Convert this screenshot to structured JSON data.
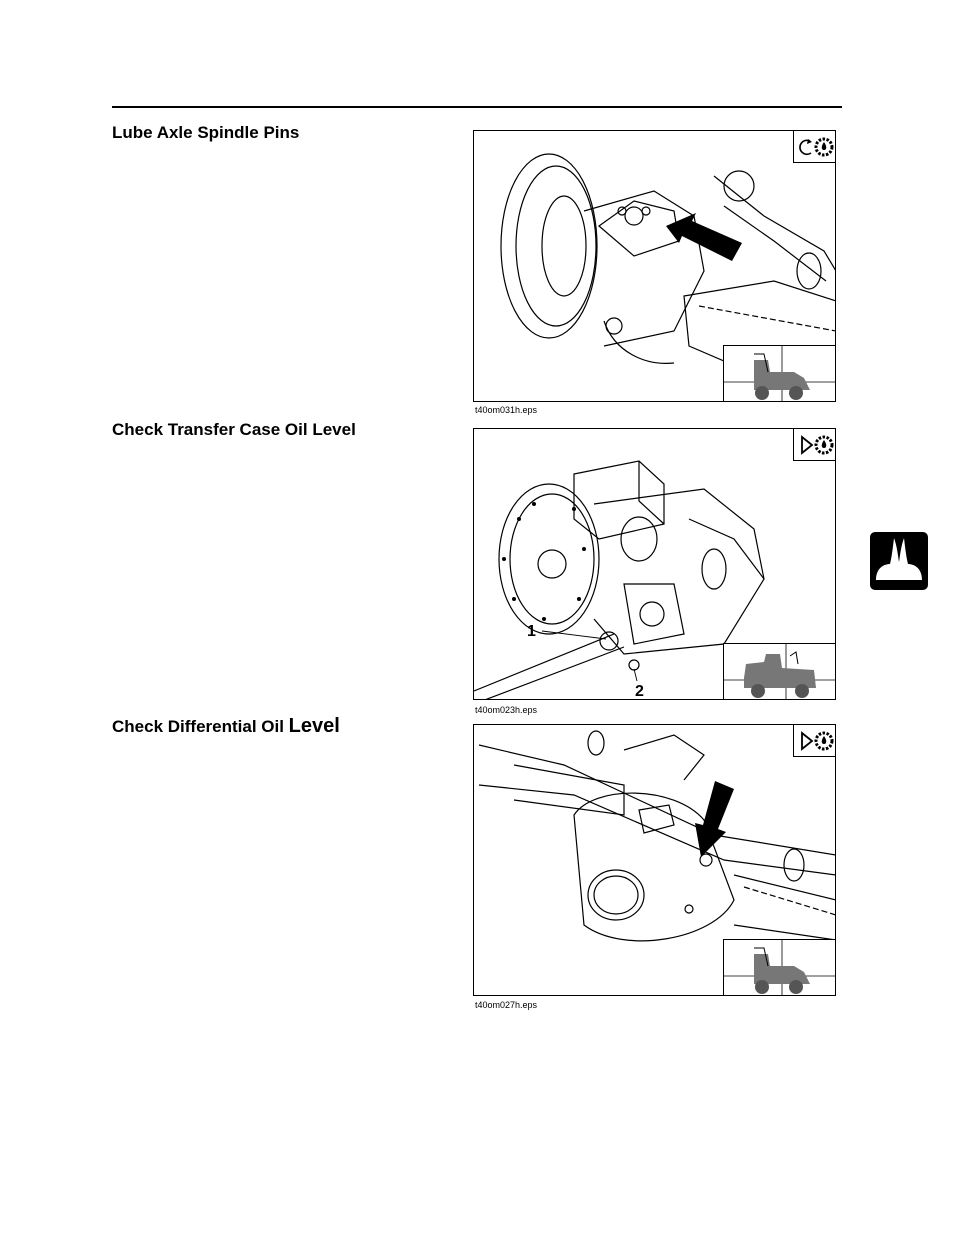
{
  "sections": [
    {
      "heading": "Lube Axle Spindle Pins",
      "caption": "t40om031h.eps",
      "badge_icon": "rotate-oil-drop-gear-icon"
    },
    {
      "heading": "Check Transfer Case Oil Level",
      "caption": "t40om023h.eps",
      "badge_icon": "play-oil-drop-gear-icon",
      "callouts": [
        "1",
        "2"
      ]
    },
    {
      "heading_main": "Check Differential Oil ",
      "heading_big": "Level",
      "caption": "t40om027h.eps",
      "badge_icon": "play-oil-drop-gear-icon"
    }
  ],
  "side_tab": {
    "icon": "fluid-drops-icon"
  }
}
